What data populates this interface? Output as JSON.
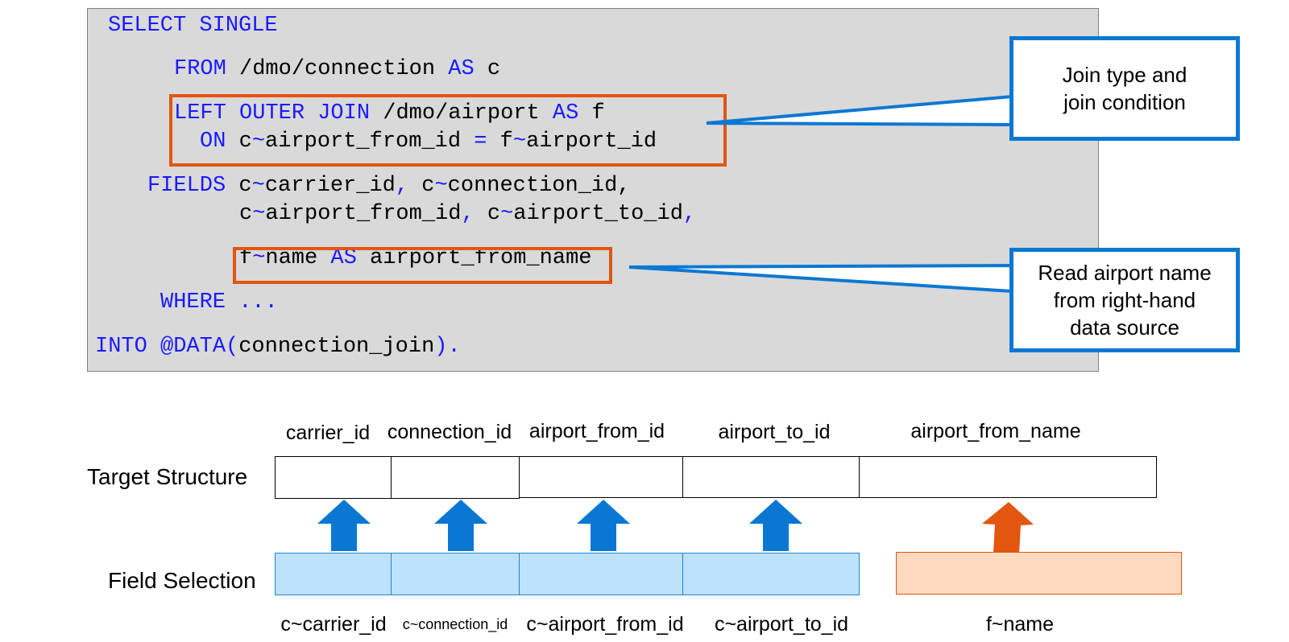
{
  "code": {
    "line1": {
      "kw1": "SELECT SINGLE"
    },
    "line2": {
      "kw1": "FROM",
      "t1": " /dmo/connection ",
      "kw2": "AS",
      "t2": " c"
    },
    "line3": {
      "kw1": "LEFT OUTER JOIN",
      "t1": " /dmo/airport ",
      "kw2": "AS",
      "t2": " f"
    },
    "line4": {
      "kw1": "ON",
      "t1": " c",
      "kw2": "~",
      "t2": "airport_from_id ",
      "kw3": "=",
      "t3": " f",
      "kw4": "~",
      "t4": "airport_id"
    },
    "line5": {
      "kw1": "FIELDS",
      "t1": " c",
      "kw2": "~",
      "t2": "carrier_id",
      "kw3": ",",
      "t3": " c",
      "kw4": "~",
      "t4": "connection_id,"
    },
    "line6": {
      "t1": "c",
      "kw1": "~",
      "t2": "airport_from_id",
      "kw2": ",",
      "t3": " c",
      "kw3": "~",
      "t4": "airport_to_id",
      "kw4": ","
    },
    "line7": {
      "t1": "f",
      "kw1": "~",
      "t2": "name ",
      "kw2": "AS",
      "t3": " airport_from_name"
    },
    "line8": {
      "kw1": "WHERE ..."
    },
    "line9": {
      "kw1": "INTO @DATA(",
      "t1": "connection_join",
      "kw2": ")."
    }
  },
  "callouts": {
    "join": "Join type and\njoin condition",
    "read": "Read airport name\nfrom right-hand\ndata source"
  },
  "structure": {
    "target_label": "Target Structure",
    "selection_label": "Field Selection",
    "columns": [
      "carrier_id",
      "connection_id",
      "airport_from_id",
      "airport_to_id",
      "airport_from_name"
    ],
    "sources": [
      "c~carrier_id",
      "c~connection_id",
      "c~airport_from_id",
      "c~airport_to_id",
      "f~name"
    ]
  },
  "colors": {
    "code_background": "#d9d9d9",
    "keyword": "#1a1aff",
    "highlight": "#e2560f",
    "callout_border": "#0a78d2",
    "arrow_blue": "#0a78d2",
    "arrow_orange": "#e2560f",
    "selection_fill": "#bde2fb",
    "selection_orange_fill": "#fdd9bf"
  }
}
